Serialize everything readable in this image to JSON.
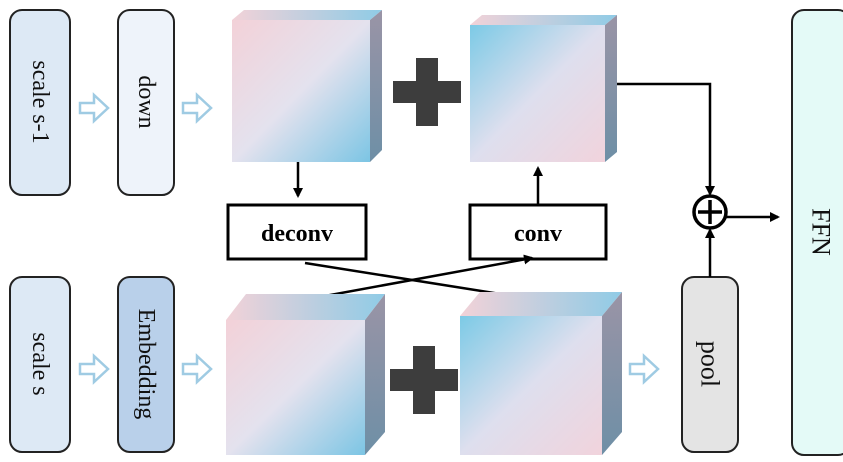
{
  "diagram": {
    "inputs": {
      "top_scale": "scale s-1",
      "bottom_scale": "scale s"
    },
    "modules": {
      "down": "down",
      "embedding": "Embedding",
      "deconv": "deconv",
      "conv": "conv",
      "pool": "pool",
      "ffn": "FFN"
    },
    "operators": {
      "sum": "+",
      "plus": "+"
    },
    "colors": {
      "light_blue_box": "#dde9f5",
      "embedding_box": "#b9d0ea",
      "pool_box": "#e4e4e4",
      "ffn_box": "#e4faf7",
      "arrow_hollow": "#9fcbe3",
      "plus_block": "#3d3d3d",
      "cube_pink": "#f2d3d9",
      "cube_blue": "#79c4e3"
    }
  }
}
